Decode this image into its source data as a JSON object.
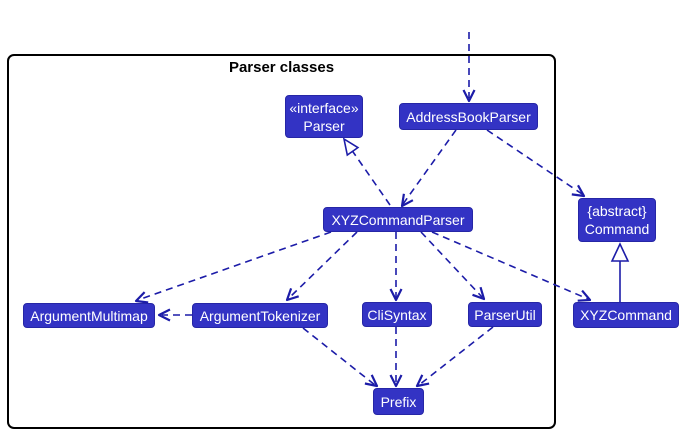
{
  "diagram": {
    "type": "uml-class-diagram",
    "title": "Parser classes",
    "nodes": {
      "parser_interface": {
        "stereotype": "«interface»",
        "name": "Parser"
      },
      "address_book_parser": {
        "name": "AddressBookParser"
      },
      "xyz_command_parser": {
        "name": "XYZCommandParser"
      },
      "command": {
        "stereotype": "{abstract}",
        "name": "Command"
      },
      "argument_multimap": {
        "name": "ArgumentMultimap"
      },
      "argument_tokenizer": {
        "name": "ArgumentTokenizer"
      },
      "cli_syntax": {
        "name": "CliSyntax"
      },
      "parser_util": {
        "name": "ParserUtil"
      },
      "xyz_command": {
        "name": "XYZCommand"
      },
      "prefix": {
        "name": "Prefix"
      }
    },
    "edges": [
      {
        "from": "external",
        "to": "AddressBookParser",
        "style": "dashed-arrow"
      },
      {
        "from": "AddressBookParser",
        "to": "XYZCommandParser",
        "style": "dashed-arrow"
      },
      {
        "from": "AddressBookParser",
        "to": "Command",
        "style": "dashed-arrow"
      },
      {
        "from": "XYZCommandParser",
        "to": "Parser",
        "style": "dashed-realization"
      },
      {
        "from": "XYZCommandParser",
        "to": "ArgumentMultimap",
        "style": "dashed-arrow"
      },
      {
        "from": "XYZCommandParser",
        "to": "ArgumentTokenizer",
        "style": "dashed-arrow"
      },
      {
        "from": "XYZCommandParser",
        "to": "CliSyntax",
        "style": "dashed-arrow"
      },
      {
        "from": "XYZCommandParser",
        "to": "ParserUtil",
        "style": "dashed-arrow"
      },
      {
        "from": "XYZCommandParser",
        "to": "XYZCommand",
        "style": "dashed-arrow"
      },
      {
        "from": "ArgumentTokenizer",
        "to": "ArgumentMultimap",
        "style": "dashed-arrow"
      },
      {
        "from": "ArgumentTokenizer",
        "to": "Prefix",
        "style": "dashed-arrow"
      },
      {
        "from": "CliSyntax",
        "to": "Prefix",
        "style": "dashed-arrow"
      },
      {
        "from": "ParserUtil",
        "to": "Prefix",
        "style": "dashed-arrow"
      },
      {
        "from": "XYZCommand",
        "to": "Command",
        "style": "solid-inheritance"
      }
    ],
    "colors": {
      "node_fill": "#3333C4",
      "node_text": "#FFFFFF",
      "edge": "#1C1CA8",
      "frame_border": "#000000",
      "title_text": "#000000",
      "background": "#FFFFFF"
    }
  }
}
